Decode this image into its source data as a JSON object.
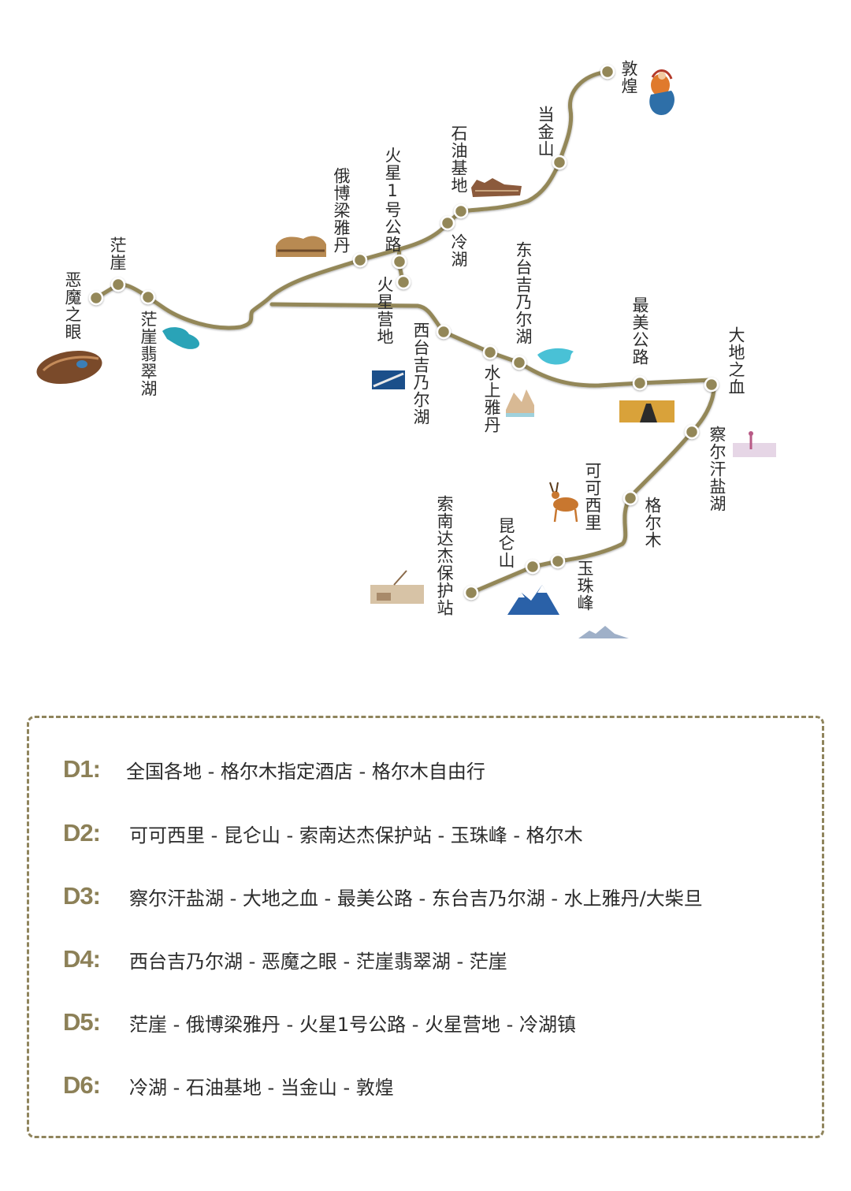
{
  "colors": {
    "route": "#938759",
    "day_label": "#8c8057",
    "border": "#8f845c",
    "text": "#2b2b2b"
  },
  "map": {
    "places": {
      "dunhuang": "敦煌",
      "dangjinshan": "当金山",
      "shiyou": "石油基地",
      "lenghu": "冷湖",
      "huoxing1": "火星1号公路",
      "ebo": "俄博梁雅丹",
      "huoxingying": "火星营地",
      "mangya": "茫崖",
      "emo": "恶魔之眼",
      "feicui": "茫崖翡翠湖",
      "xitai": "西台吉乃尔湖",
      "shuishang": "水上雅丹",
      "dongtai": "东台吉乃尔湖",
      "zuimei": "最美公路",
      "dadi": "大地之血",
      "chaerhan": "察尔汗盐湖",
      "geermu": "格尔木",
      "kekexili": "可可西里",
      "kunlun": "昆仑山",
      "yuzhu": "玉珠峰",
      "suonan": "索南达杰保护站"
    },
    "icons": [
      "flying-apsara-icon",
      "rock-formation-icon",
      "yardang-icon",
      "eye-rock-icon",
      "lake-icon",
      "road-icon",
      "water-splash-icon",
      "yardang-water-icon",
      "highway-icon",
      "salt-lake-figure-icon",
      "antelope-icon",
      "snow-mountain-icon",
      "station-icon",
      "mountain-range-icon"
    ]
  },
  "itinerary": [
    {
      "day": "D1:",
      "route": "全国各地 - 格尔木指定酒店 - 格尔木自由行"
    },
    {
      "day": "D2:",
      "route": "可可西里 - 昆仑山 - 索南达杰保护站 - 玉珠峰 - 格尔木"
    },
    {
      "day": "D3:",
      "route": "察尔汗盐湖 - 大地之血 - 最美公路 - 东台吉乃尔湖 - 水上雅丹/大柴旦"
    },
    {
      "day": "D4:",
      "route": "西台吉乃尔湖  - 恶魔之眼 - 茫崖翡翠湖 - 茫崖"
    },
    {
      "day": "D5:",
      "route": "茫崖 - 俄博梁雅丹 - 火星1号公路 - 火星营地 - 冷湖镇"
    },
    {
      "day": "D6:",
      "route": "冷湖 - 石油基地 - 当金山 - 敦煌"
    }
  ]
}
